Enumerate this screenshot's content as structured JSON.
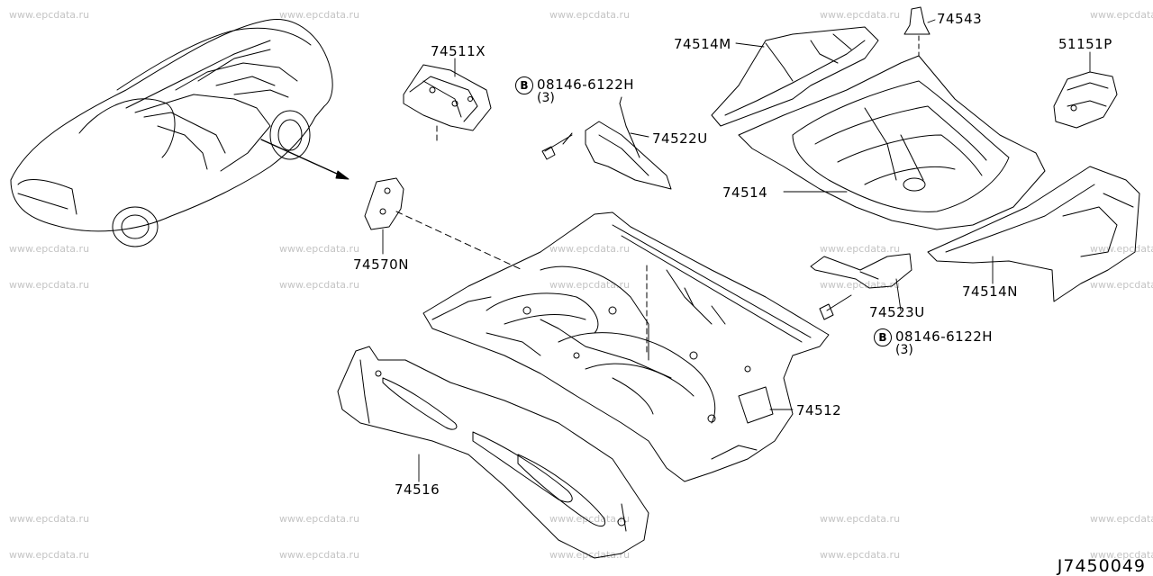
{
  "diagram": {
    "diagram_id": "J7450049",
    "watermark_text": "www.epcdata.ru",
    "parts": [
      {
        "key": "p74511X",
        "code": "74511X"
      },
      {
        "key": "p74514M",
        "code": "74514M"
      },
      {
        "key": "p74543",
        "code": "74543"
      },
      {
        "key": "p51151P",
        "code": "51151P"
      },
      {
        "key": "p74522U",
        "code": "74522U"
      },
      {
        "key": "p74514",
        "code": "74514"
      },
      {
        "key": "p74570N",
        "code": "74570N"
      },
      {
        "key": "p74514N",
        "code": "74514N"
      },
      {
        "key": "p74523U",
        "code": "74523U"
      },
      {
        "key": "p74512",
        "code": "74512"
      },
      {
        "key": "p74516",
        "code": "74516"
      }
    ],
    "bolts": [
      {
        "symbol": "B",
        "code": "08146-6122H",
        "qty": "(3)"
      },
      {
        "symbol": "B",
        "code": "08146-6122H",
        "qty": "(3)"
      }
    ]
  }
}
